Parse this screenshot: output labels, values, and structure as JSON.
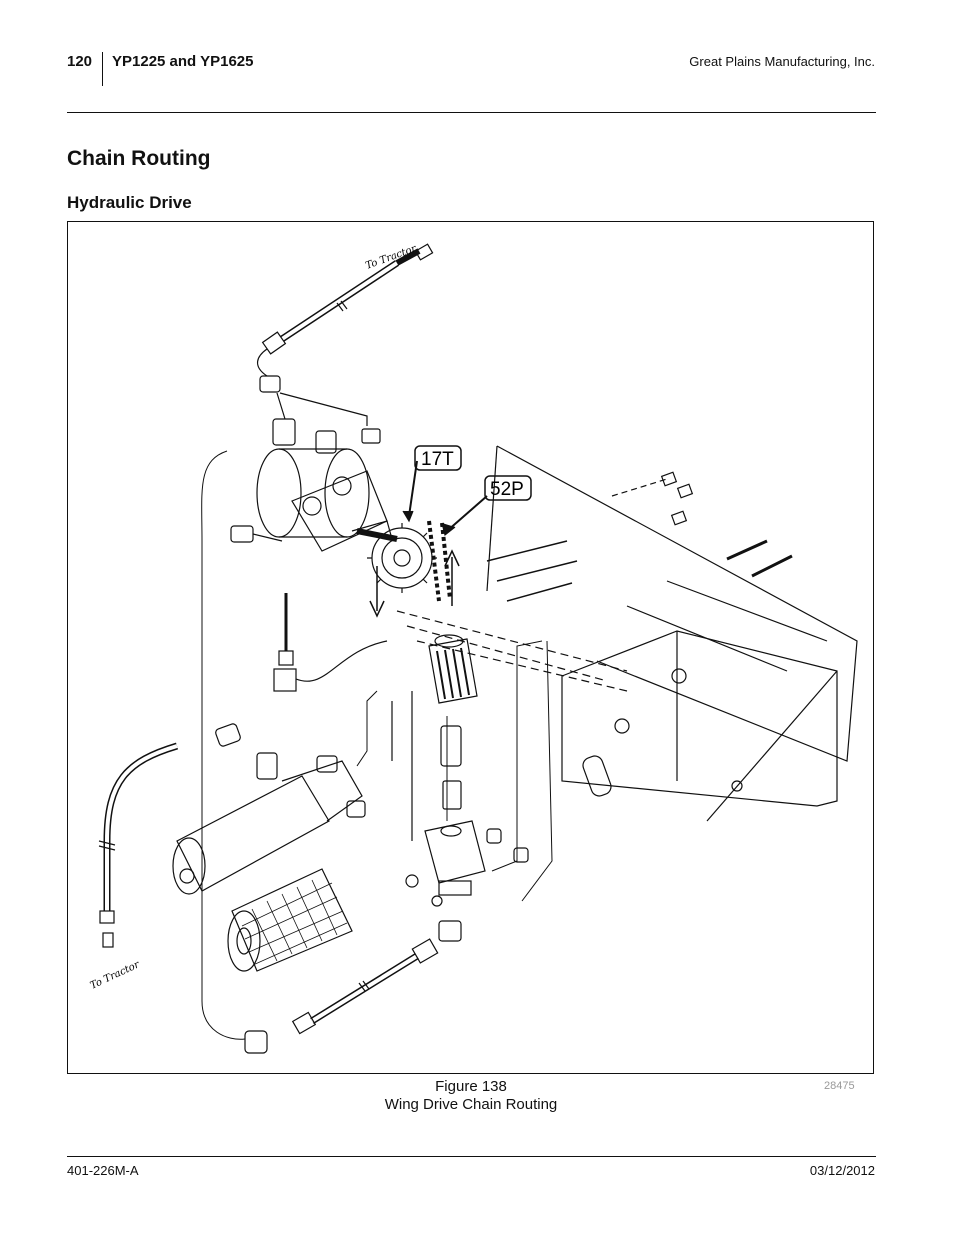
{
  "header": {
    "page_number": "120",
    "title": "YP1225 and YP1625",
    "company": "Great Plains Manufacturing, Inc."
  },
  "section": {
    "heading": "Chain Routing",
    "subheading": "Hydraulic Drive"
  },
  "figure": {
    "callouts": {
      "sprocket": "17T",
      "chain": "52P"
    },
    "label_to_tractor_top": "To Tractor",
    "label_to_tractor_bottom": "To Tractor",
    "number": "Figure 138",
    "caption": "Wing Drive Chain Routing",
    "image_id": "28475",
    "icons": [
      "hydraulic-motor-icon",
      "sprocket-icon",
      "roller-chain-icon",
      "hydraulic-filter-icon",
      "filter-element-icon",
      "hydraulic-hose-icon",
      "mounting-bracket-icon"
    ]
  },
  "footer": {
    "doc_number": "401-226M-A",
    "date": "03/12/2012"
  }
}
